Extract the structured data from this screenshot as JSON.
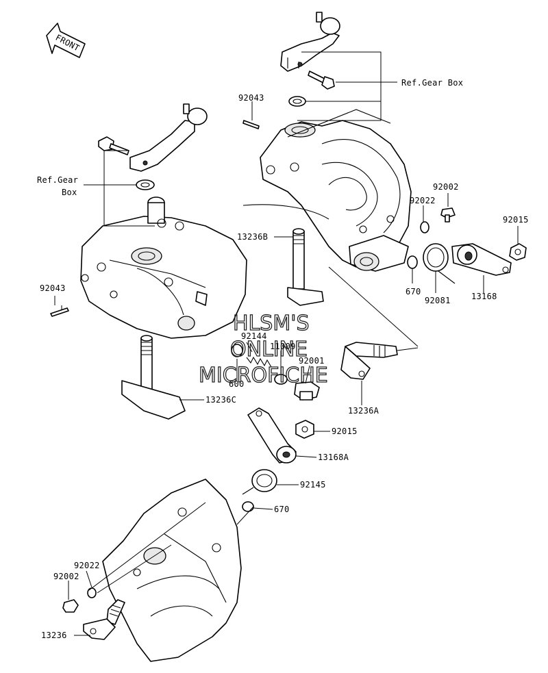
{
  "front_badge": "FRONT",
  "callouts": {
    "ref_gear_box_top": "Ref.Gear Box",
    "ref_gear_box_left_line1": "Ref.Gear",
    "ref_gear_box_left_line2": "Box",
    "p92043_top": "92043",
    "p92043_left": "92043",
    "p92002_right": "92002",
    "p92022_right": "92022",
    "p92015_right": "92015",
    "p13236B": "13236B",
    "p670_right": "670",
    "p92081": "92081",
    "p13168": "13168",
    "p92144": "92144",
    "p11009": "11009",
    "p92001": "92001",
    "p600": "600",
    "p13236C": "13236C",
    "p13236A": "13236A",
    "p92015_mid": "92015",
    "p13168A": "13168A",
    "p92145": "92145",
    "p670_low": "670",
    "p92022_low": "92022",
    "p92002_low": "92002",
    "p13236": "13236"
  },
  "watermark": {
    "line1": "HLSM'S",
    "line2": "ONLINE",
    "line3": "MICROFICHE"
  }
}
